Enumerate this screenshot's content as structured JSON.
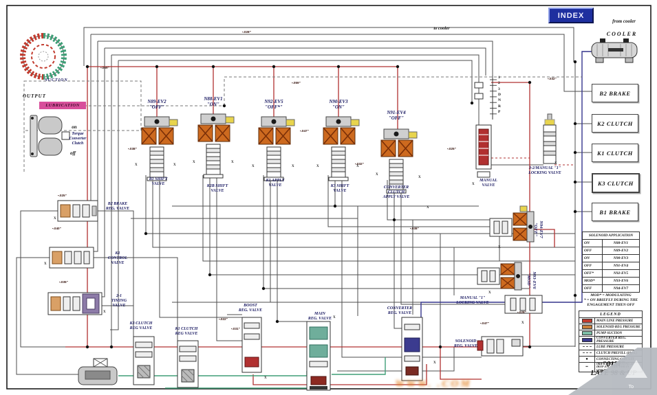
{
  "window": {
    "index_label": "INDEX"
  },
  "cooler": {
    "label": "COOLER",
    "from_label": "from cooler",
    "to_label": "to cooler"
  },
  "pump": {
    "suction": "SUCTION",
    "output": "OUTPUT"
  },
  "lubrication_label": "LUBRICATION",
  "torque_converter": {
    "on": "on",
    "label": "Torque\nConverter\nClutch",
    "off": "off"
  },
  "right_boxes": [
    {
      "label": "B2 BRAKE"
    },
    {
      "label": "K2 CLUTCH"
    },
    {
      "label": "K1 CLUTCH"
    },
    {
      "label": "K3 CLUTCH"
    },
    {
      "label": "B1 BRAKE"
    }
  ],
  "solenoids": [
    {
      "name": "N89-EV2",
      "state": "\"OFF\"",
      "valve": "B1 SHIFT\nVALVE"
    },
    {
      "name": "N88-EV1",
      "state": "\"ON\"",
      "valve": "K2B SHIFT\nVALVE"
    },
    {
      "name": "N92-EV5",
      "state": "\"OFF*\"",
      "valve": "K1 APPLY\nVALVE"
    },
    {
      "name": "N90-EV3",
      "state": "\"ON\"",
      "valve": "K3 SHIFT\nVALVE"
    },
    {
      "name": "N91-EV4",
      "state": "\"OFF\"",
      "valve": "CONVERTER\nCLUTCH\nAPPLY VALVE"
    }
  ],
  "rotated_solenoids": [
    {
      "name": "N94-EV7",
      "state": "\"OFF\""
    },
    {
      "name": "N93-EV6",
      "state": "\"MOD\""
    }
  ],
  "selector_positions": [
    "1",
    "2",
    "3",
    "D",
    "N",
    "R",
    "P"
  ],
  "valve_labels": [
    "MANUAL\nVALVE",
    "3-2/MANUAL \"1\"\nLOCKING VALVE",
    "B2 BRAKE\nREG. VALVE",
    "K1\nCONTROL\nVALVE",
    "2-1\nTIMING\nVALVE",
    "K3 CLUTCH\nREG VALVE",
    "K1 CLUTCH\nREG VALVE",
    "BOOST\nREG. VALVE",
    "MAIN\nREG. VALVE",
    "CONVERTER\nREG. VALVE",
    "MANUAL \"1\"\nLOCKING VALVE",
    "SOLENOID\nREG. VALVE"
  ],
  "solenoid_application": {
    "title": "SOLENOID APPLICATION",
    "rows": [
      [
        "ON",
        "N88-EV1"
      ],
      [
        "OFF",
        "N89-EV2"
      ],
      [
        "ON",
        "N90-EV3"
      ],
      [
        "OFF",
        "N91-EV4"
      ],
      [
        "OFF*",
        "N92-EV5"
      ],
      [
        "MOD*",
        "N93-EV6"
      ],
      [
        "OFF",
        "N94-EV7"
      ]
    ],
    "notes": "MOD* = MODULATING\n* = ON BRIEFLY DURING THE\nENGAGEMENT THEN OFF"
  },
  "legend": {
    "title": "LEGEND",
    "rows": [
      {
        "swatch": "solid",
        "color": "#c23b2e",
        "label": "MAIN LINE PRESSURE"
      },
      {
        "swatch": "solid",
        "color": "#c87f3a",
        "label": "SOLENOID REG PRESSURE"
      },
      {
        "swatch": "solid",
        "color": "#7fbfa8",
        "label": "PUMP SUCTION"
      },
      {
        "swatch": "solid",
        "color": "#3b3b8f",
        "label": "CONVERTER REG. PRESSURE"
      },
      {
        "swatch": "dash",
        "color": "#555555",
        "label": "LUBE PRESSURE"
      },
      {
        "swatch": "dash",
        "color": "#555555",
        "label": "CLUTCH PREFILL (10psi.)"
      },
      {
        "swatch": "dot",
        "color": "#111111",
        "label": "CONNECTING CIRCUIT"
      },
      {
        "swatch": "hash",
        "color": "#111111",
        "label": "ORIFICE CUT IN CASTING .21\" DEEP .078\" WIDE VARY IN LENGTH"
      }
    ]
  },
  "title_block": {
    "model": "\"01M\"",
    "range": "LATE 98 & UP"
  },
  "watermark": {
    "text": "WWW.                .COM"
  },
  "orifice_labels": [
    ".059\"",
    ".038\"",
    ".028\"",
    ".047\"",
    ".032\"",
    ".025\"",
    ".040\"",
    ".035\"",
    ".022\"",
    ".031\"",
    ".059\"",
    ".038\"",
    ".028\"",
    ".047\"",
    ".032\"",
    ".025\""
  ],
  "glyphs": {
    "exhaust": "X",
    "orifice_mark": "▪"
  },
  "colors": {
    "index_bg": "#1e2f9f",
    "lubrication_bg": "#d84f9b",
    "main_line": "#b13030",
    "solenoid_coil": "#cd6a1f",
    "pump_suction": "#3f9e77",
    "converter_reg": "#34348c",
    "highlight_yellow": "#e8d44d"
  }
}
